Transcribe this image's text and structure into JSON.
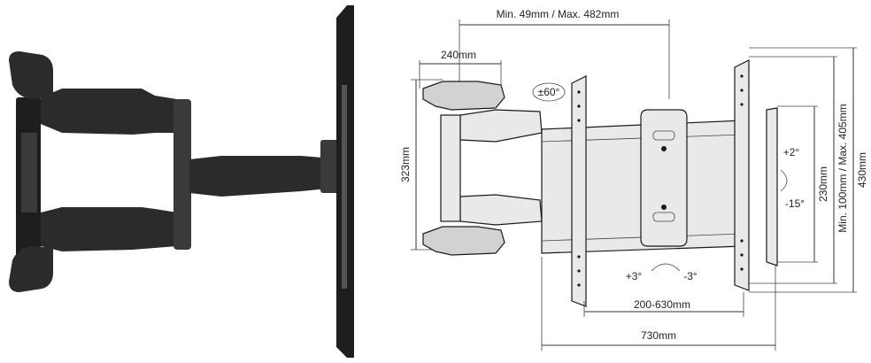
{
  "labels": {
    "depth": "Min. 49mm / Max. 482mm",
    "arm_depth": "240mm",
    "swivel": "±60°",
    "arm_height": "323mm",
    "tilt_up": "+2°",
    "tilt_down": "-15°",
    "plate_height": "230mm",
    "vesa_vertical": "Min. 100mm / Max. 405mm",
    "total_height": "430mm",
    "level_plus": "+3°",
    "level_minus": "-3°",
    "vesa_horizontal": "200-630mm",
    "total_width": "730mm"
  },
  "colors": {
    "mount_black": "#2b2b2b",
    "line": "#333333"
  }
}
